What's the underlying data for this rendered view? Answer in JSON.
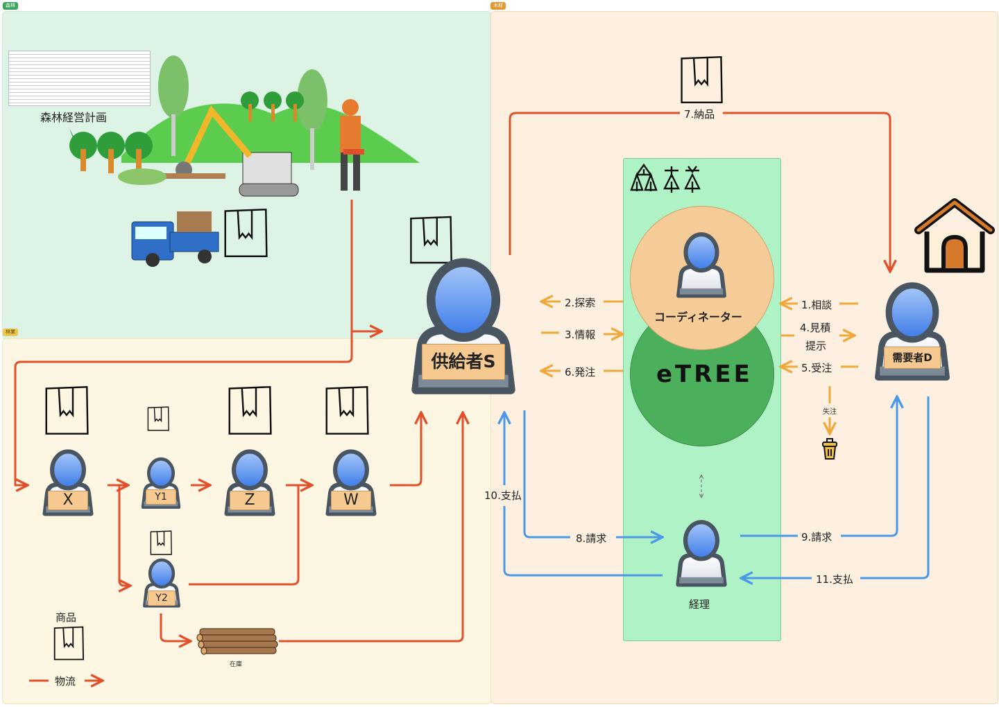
{
  "sections": {
    "forest": {
      "tag": "森林",
      "color": "#3aa65a"
    },
    "wood": {
      "tag": "木材",
      "color": "#e0992e"
    },
    "forestry": {
      "tag": "林業",
      "color": "#f0c64a"
    }
  },
  "forest_area": {
    "plan_label": "森林経営計画",
    "illustrations": [
      "hills-with-trees",
      "excavator-grapple",
      "chainsaw-worker",
      "log-truck"
    ]
  },
  "actors": {
    "supplier": "供給者S",
    "demander": "需要者D",
    "coordinator": "コーディネーター",
    "accounting": "経理",
    "x": "X",
    "y1": "Y1",
    "y2": "Y2",
    "z": "Z",
    "w": "W"
  },
  "etree": {
    "logo": "eTREE",
    "symbols": "森林木材"
  },
  "flows": {
    "consult": "1.相談",
    "search": "2.探索",
    "info": "3.情報",
    "quote_l1": "4.見積",
    "quote_l2": "提示",
    "accept": "5.受注",
    "order": "6.発注",
    "deliver": "7.納品",
    "bill8": "8.請求",
    "bill9": "9.請求",
    "pay10": "10.支払",
    "pay11": "11.支払",
    "lost_order": "失注"
  },
  "legend": {
    "product": "商品",
    "logistics": "物流"
  },
  "inventory_label": "在庫",
  "colors": {
    "logistics": "#e0502a",
    "info_flow": "#f0a83a",
    "money_flow": "#4a98e8",
    "person_head": "#5b95f0",
    "plate": "#f5c990"
  }
}
